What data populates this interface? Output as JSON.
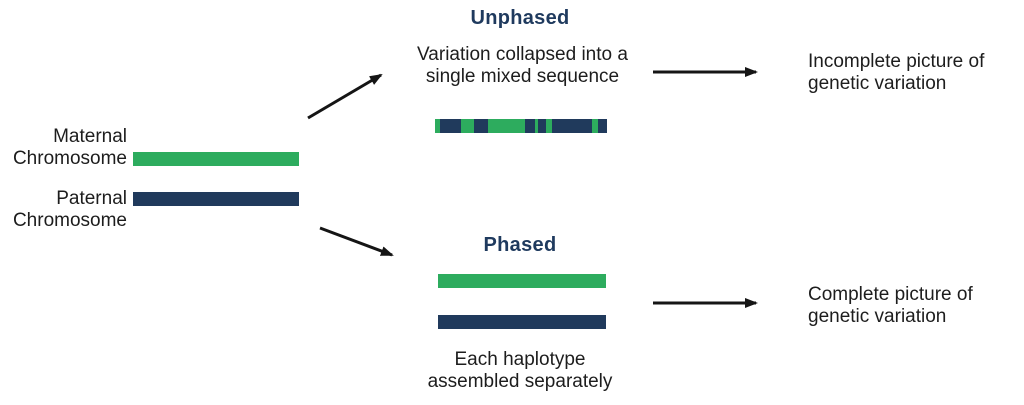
{
  "colors": {
    "green": "#2dac5e",
    "navy": "#203a5c",
    "heading": "#1f3a5e",
    "body_text": "#1d1d1d",
    "arrow": "#151515",
    "background": "#ffffff"
  },
  "left_panel": {
    "maternal_label": [
      "Maternal",
      "Chromosome"
    ],
    "paternal_label": [
      "Paternal",
      "Chromosome"
    ]
  },
  "unphased_section": {
    "title": "Unphased",
    "description": [
      "Variation collapsed into a",
      "single mixed sequence"
    ],
    "mixed_bar_segments": [
      {
        "color": "green",
        "w": 5
      },
      {
        "color": "navy",
        "w": 21
      },
      {
        "color": "green",
        "w": 13
      },
      {
        "color": "navy",
        "w": 14
      },
      {
        "color": "green",
        "w": 37
      },
      {
        "color": "navy",
        "w": 10
      },
      {
        "color": "green",
        "w": 3
      },
      {
        "color": "navy",
        "w": 8
      },
      {
        "color": "green",
        "w": 6
      },
      {
        "color": "navy",
        "w": 40
      },
      {
        "color": "green",
        "w": 6
      },
      {
        "color": "navy",
        "w": 9
      }
    ]
  },
  "phased_section": {
    "title": "Phased",
    "caption": [
      "Each haplotype",
      "assembled separately"
    ]
  },
  "results": {
    "unphased": [
      "Incomplete picture of",
      "genetic variation"
    ],
    "phased": [
      "Complete picture of",
      "genetic variation"
    ]
  }
}
